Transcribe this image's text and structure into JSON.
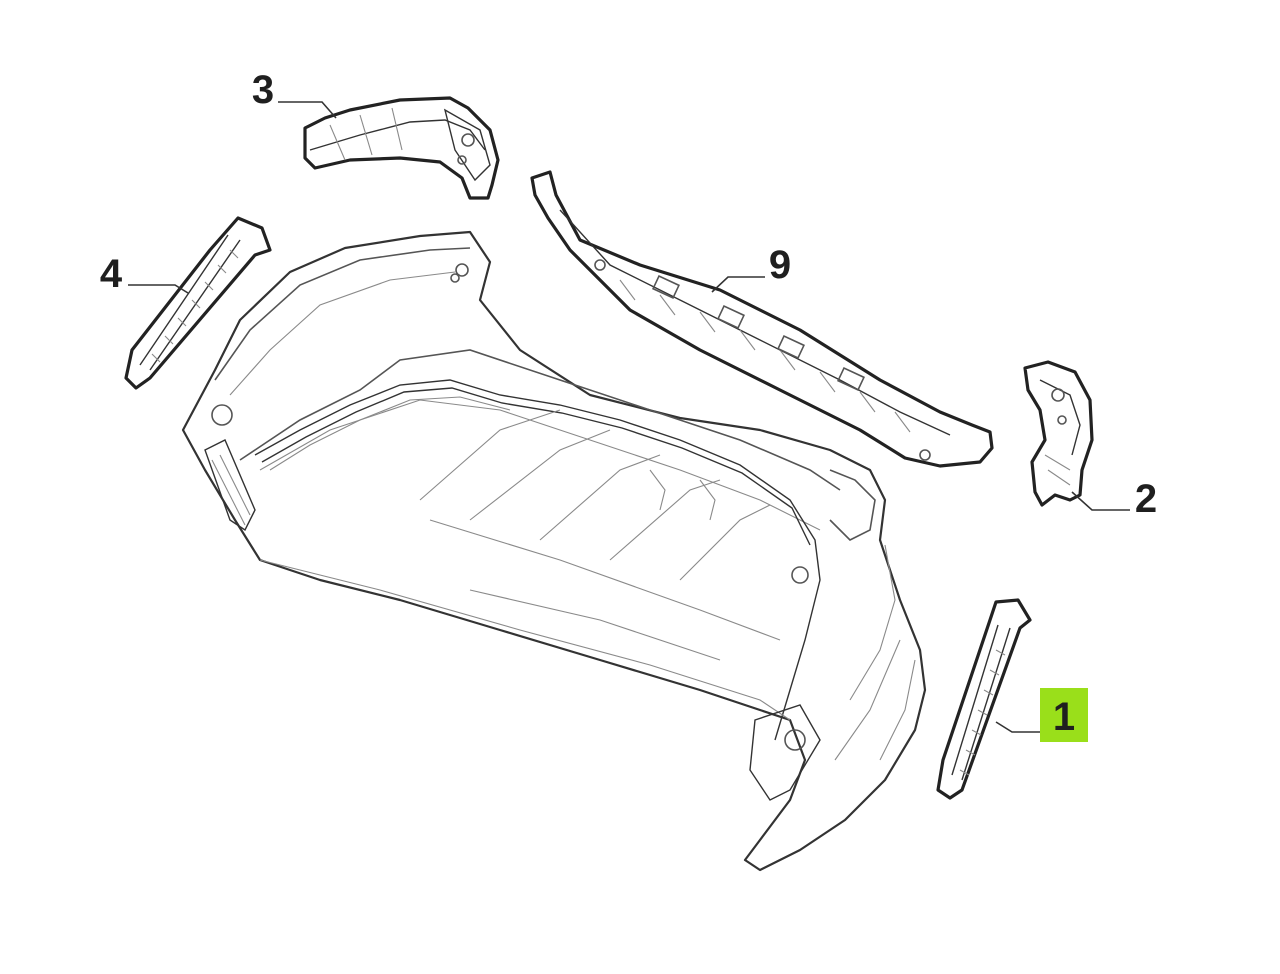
{
  "callouts": [
    {
      "id": "1",
      "label": "1",
      "highlighted": true
    },
    {
      "id": "2",
      "label": "2",
      "highlighted": false
    },
    {
      "id": "3",
      "label": "3",
      "highlighted": false
    },
    {
      "id": "4",
      "label": "4",
      "highlighted": false
    },
    {
      "id": "9",
      "label": "9",
      "highlighted": false
    }
  ],
  "colors": {
    "highlight": "#9adf1a",
    "line": "#333333",
    "background": "#ffffff"
  }
}
